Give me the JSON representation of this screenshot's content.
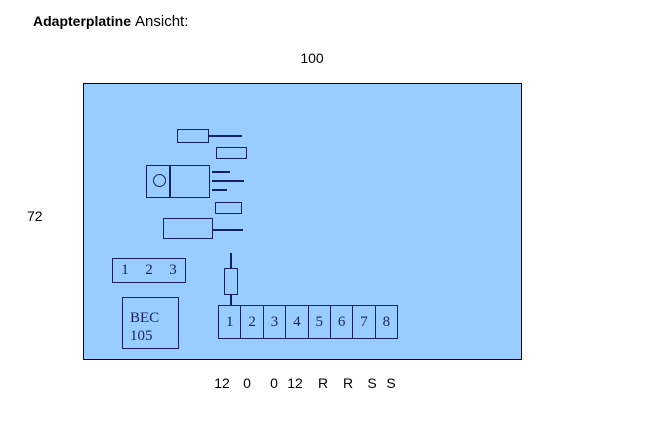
{
  "title": {
    "bold": "Adapterplatine",
    "regular": "Ansicht:"
  },
  "dimensions": {
    "width_label": "100",
    "height_label": "72"
  },
  "board": {
    "fill_color": "#99CCFF",
    "outline_color": "#17225c",
    "connector_123": {
      "pins": [
        "1",
        "2",
        "3"
      ]
    },
    "bec_module": {
      "line1": "BEC",
      "line2": "105"
    },
    "pin_header": {
      "cells": [
        "1",
        "2",
        "3",
        "4",
        "5",
        "6",
        "7",
        "8"
      ]
    }
  },
  "pin_assignments": [
    "12",
    "0",
    "0",
    "12",
    "R",
    "R",
    "S",
    "S"
  ]
}
